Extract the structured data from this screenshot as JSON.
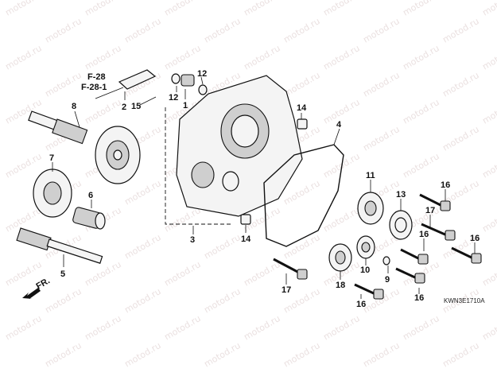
{
  "watermark": "motod.ru",
  "references": {
    "f28": "F-28",
    "f281": "F-28-1"
  },
  "front_arrow_label": "FR.",
  "diagram_code": "KWN3E1710A",
  "callouts": {
    "c1": "1",
    "c2": "2",
    "c3": "3",
    "c4": "4",
    "c5": "5",
    "c6": "6",
    "c7": "7",
    "c8": "8",
    "c9": "9",
    "c10": "10",
    "c11": "11",
    "c12a": "12",
    "c12b": "12",
    "c13": "13",
    "c14a": "14",
    "c14b": "14",
    "c15": "15",
    "c16a": "16",
    "c16b": "16",
    "c16c": "16",
    "c16d": "16",
    "c16e": "16",
    "c17a": "17",
    "c17b": "17",
    "c18": "18"
  },
  "icons": {
    "gear": "gear-icon",
    "bolt": "bolt-icon",
    "bearing": "bearing-icon",
    "front_arrow": "arrow-down-left-icon"
  }
}
